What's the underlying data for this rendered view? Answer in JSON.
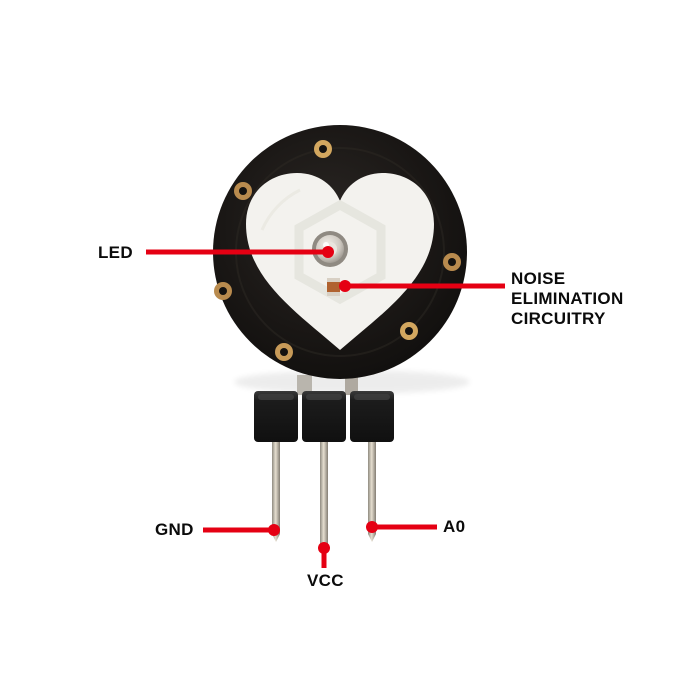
{
  "figure": {
    "callouts": {
      "led": {
        "label": "LED"
      },
      "noise_elimination": {
        "label": "NOISE ELIMINATION CIRCUITRY"
      },
      "gnd": {
        "label": "GND"
      },
      "vcc": {
        "label": "VCC"
      },
      "a0": {
        "label": "A0"
      }
    },
    "colors": {
      "callout_red": "#e50013",
      "board_black": "#171412",
      "heart_white": "#f3f2ee",
      "hole_gold": "#b98b4e",
      "pin_metal_light": "#e6dfd0",
      "pin_metal_dark": "#8f8a80",
      "header_plastic": "#1c1c1c"
    }
  }
}
